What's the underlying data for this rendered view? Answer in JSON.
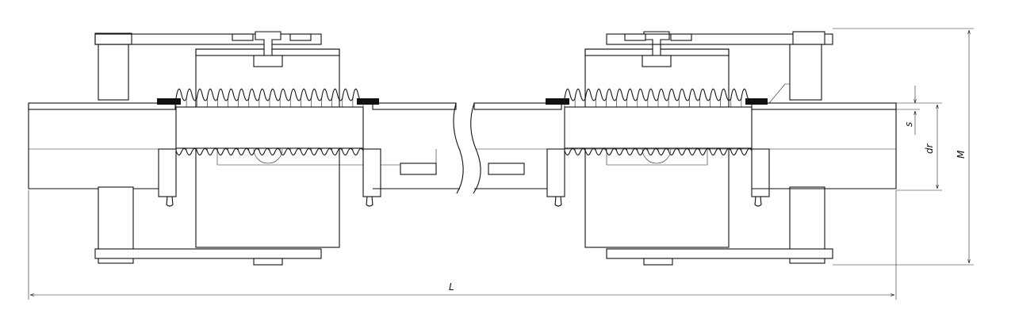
{
  "drawing": {
    "title": "",
    "dimensions": {
      "length_label": "L",
      "height_label": "M",
      "diameter_label": "dr",
      "wall_label": "s"
    }
  },
  "colors": {
    "line": "#111111",
    "background": "#ffffff",
    "hatch": "#333333"
  }
}
